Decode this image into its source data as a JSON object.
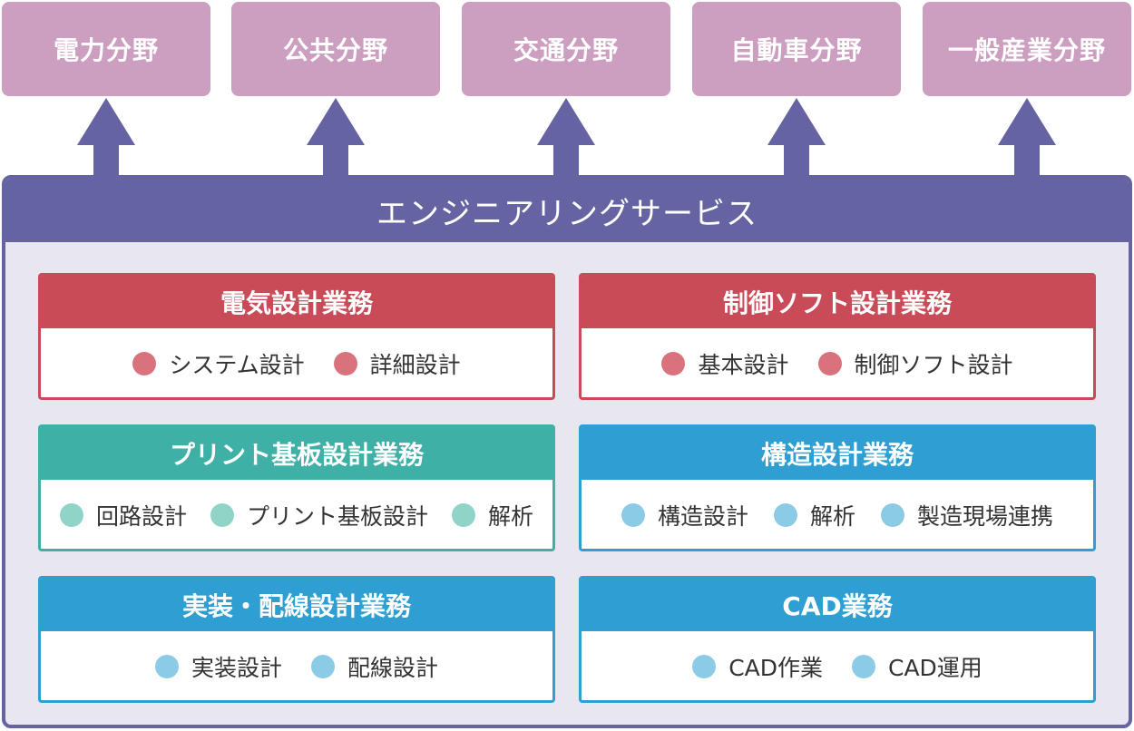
{
  "fields": [
    {
      "label": "電力分野"
    },
    {
      "label": "公共分野"
    },
    {
      "label": "交通分野"
    },
    {
      "label": "自動車分野"
    },
    {
      "label": "一般産業分野"
    }
  ],
  "service": {
    "title": "エンジニアリングサービス"
  },
  "cards": [
    {
      "title": "電気設計業務",
      "color": "#c94b58",
      "dot_color": "#d9727d",
      "items": [
        "システム設計",
        "詳細設計"
      ]
    },
    {
      "title": "制御ソフト設計業務",
      "color": "#c94b58",
      "dot_color": "#d9727d",
      "items": [
        "基本設計",
        "制御ソフト設計"
      ]
    },
    {
      "title": "プリント基板設計業務",
      "color": "#3fb0a5",
      "dot_color": "#8fd4c6",
      "items": [
        "回路設計",
        "プリント基板設計",
        "解析"
      ]
    },
    {
      "title": "構造設計業務",
      "color": "#2f9fd3",
      "dot_color": "#8ccbe6",
      "items": [
        "構造設計",
        "解析",
        "製造現場連携"
      ]
    },
    {
      "title": "実装・配線設計業務",
      "color": "#2f9fd3",
      "dot_color": "#8ccbe6",
      "items": [
        "実装設計",
        "配線設計"
      ]
    },
    {
      "title": "CAD業務",
      "color": "#2f9fd3",
      "dot_color": "#8ccbe6",
      "items": [
        "CAD作業",
        "CAD運用"
      ]
    }
  ],
  "colors": {
    "field_bg": "#cc9ebf",
    "service_header": "#6563a1",
    "service_bg": "#e8e6ee",
    "arrow": "#6563a1"
  }
}
